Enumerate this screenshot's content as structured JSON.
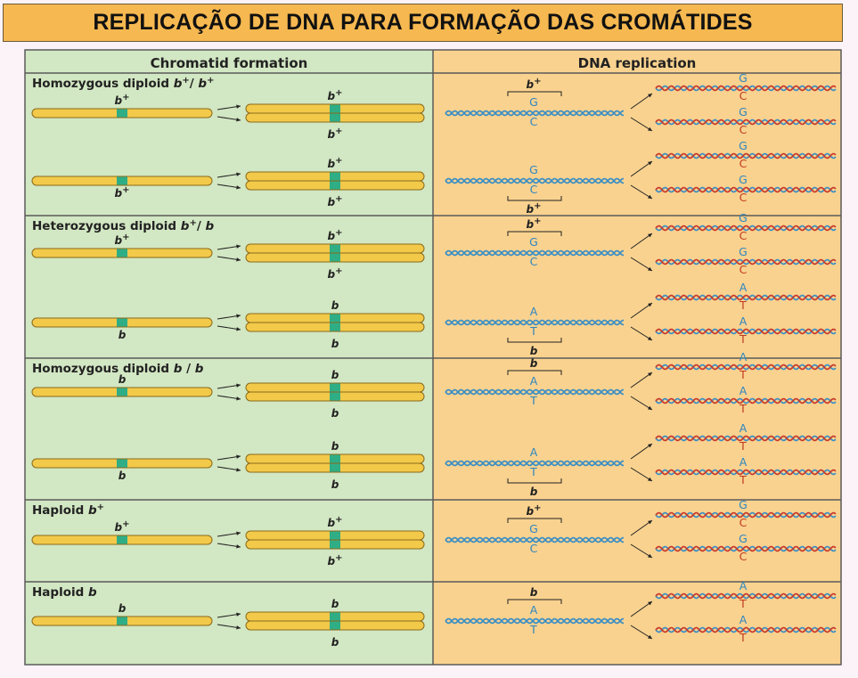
{
  "title": "REPLICAÇÃO DE DNA PARA FORMAÇÃO DAS CROMÁTIDES",
  "headers": {
    "left": "Chromatid formation",
    "right": "DNA replication"
  },
  "colors": {
    "title_bg": "#f6b850",
    "left_bg": "#d2e7c3",
    "right_bg": "#f9d28f",
    "chromosome": "#f3c94a",
    "centromere": "#2fae86",
    "strand_blue": "#3a8ec5",
    "strand_red": "#c8392a",
    "base_blue": "#2f86c0",
    "base_red": "#c23a22",
    "grid": "#5a5a5a"
  },
  "sections": [
    {
      "label_main": "Homozygous diploid ",
      "label_sup": "b",
      "label_tail": [
        {
          "t": "b",
          "sup": "+"
        },
        {
          "t": "/ b",
          "sup": "+"
        }
      ],
      "rows": [
        {
          "allele": "b",
          "sup": "+",
          "label_pos": "top",
          "top_base": "G",
          "bottom_base": "C",
          "bracket": "top"
        },
        {
          "allele": "b",
          "sup": "+",
          "label_pos": "bottom",
          "top_base": "G",
          "bottom_base": "C",
          "bracket": "bottom"
        }
      ]
    },
    {
      "rows": [
        {
          "allele": "b",
          "sup": "+",
          "label_pos": "top",
          "top_base": "G",
          "bottom_base": "C",
          "bracket": "top"
        },
        {
          "allele": "b",
          "sup": "",
          "label_pos": "bottom",
          "top_base": "A",
          "bottom_base": "T",
          "bracket": "bottom"
        }
      ]
    },
    {
      "rows": [
        {
          "allele": "b",
          "sup": "",
          "label_pos": "top",
          "top_base": "A",
          "bottom_base": "T",
          "bracket": "top"
        },
        {
          "allele": "b",
          "sup": "",
          "label_pos": "bottom",
          "top_base": "A",
          "bottom_base": "T",
          "bracket": "bottom"
        }
      ]
    },
    {
      "rows": [
        {
          "allele": "b",
          "sup": "+",
          "label_pos": "top",
          "top_base": "G",
          "bottom_base": "C",
          "bracket": "top"
        }
      ]
    },
    {
      "rows": [
        {
          "allele": "b",
          "sup": "",
          "label_pos": "top",
          "top_base": "A",
          "bottom_base": "T",
          "bracket": "top"
        }
      ]
    }
  ],
  "section_labels": [
    [
      {
        "t": "Homozygous diploid "
      },
      {
        "t": "b",
        "i": true
      },
      {
        "t": "+",
        "sup": true
      },
      {
        "t": "/ "
      },
      {
        "t": "b",
        "i": true
      },
      {
        "t": "+",
        "sup": true
      }
    ],
    [
      {
        "t": "Heterozygous diploid "
      },
      {
        "t": "b",
        "i": true
      },
      {
        "t": "+",
        "sup": true
      },
      {
        "t": "/ "
      },
      {
        "t": "b",
        "i": true
      }
    ],
    [
      {
        "t": "Homozygous diploid "
      },
      {
        "t": "b",
        "i": true
      },
      {
        "t": " / "
      },
      {
        "t": "b",
        "i": true
      }
    ],
    [
      {
        "t": "Haploid "
      },
      {
        "t": "b",
        "i": true
      },
      {
        "t": "+",
        "sup": true
      }
    ],
    [
      {
        "t": "Haploid "
      },
      {
        "t": "b",
        "i": true
      }
    ]
  ]
}
